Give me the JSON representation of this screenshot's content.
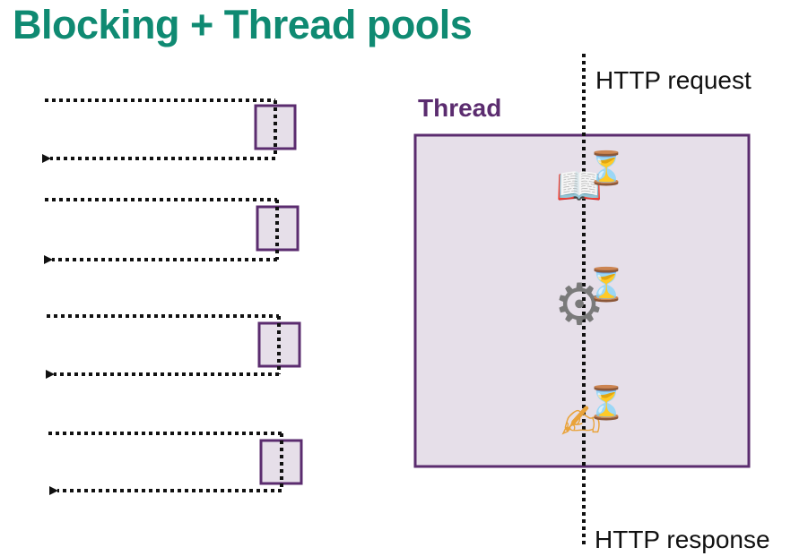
{
  "title": "Blocking + Thread pools",
  "diagram": {
    "thread_label": "Thread",
    "request_label": "HTTP request",
    "response_label": "HTTP response",
    "icons": [
      {
        "name": "book-icon",
        "glyph": "📖",
        "wait_glyph": "⏳"
      },
      {
        "name": "gear-icon",
        "glyph": "⚙",
        "wait_glyph": "⏳"
      },
      {
        "name": "writing-hand-icon",
        "glyph": "✍",
        "wait_glyph": "⏳"
      }
    ],
    "pool_threads": 4
  },
  "colors": {
    "title": "#0f8a72",
    "thread": "#5b2c6f",
    "thread_fill": "#e6dfe9",
    "line": "#111111"
  }
}
